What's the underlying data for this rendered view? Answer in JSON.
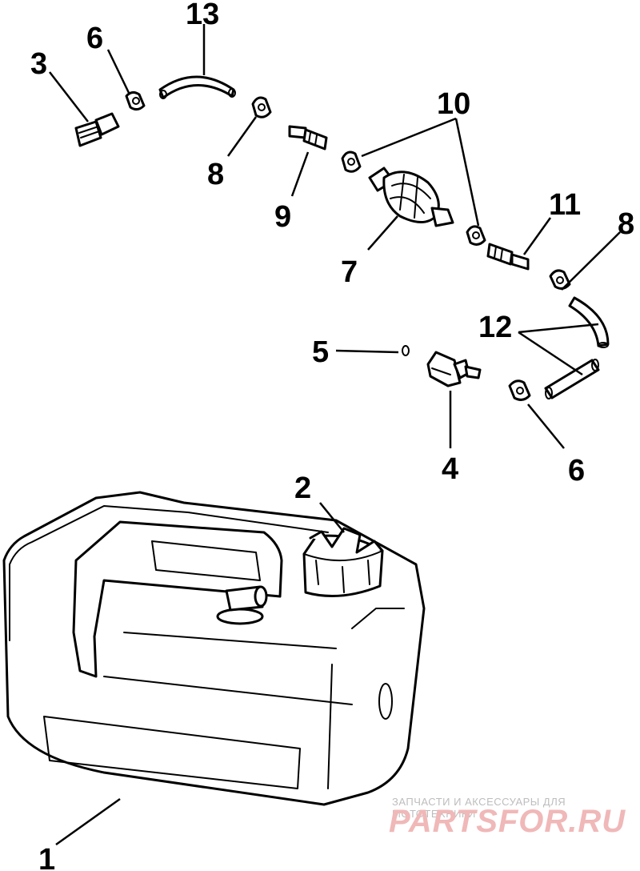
{
  "labels": {
    "p1": "1",
    "p2": "2",
    "p3": "3",
    "p4": "4",
    "p5": "5",
    "p6a": "6",
    "p6b": "6",
    "p7": "7",
    "p8a": "8",
    "p8b": "8",
    "p9": "9",
    "p10": "10",
    "p11": "11",
    "p12": "12",
    "p13": "13"
  },
  "watermark": {
    "tagline": "ЗАПЧАСТИ И АКСЕССУАРЫ ДЛЯ МОТОТЕХНИКИ",
    "brand": "PARTSFOR.RU"
  }
}
